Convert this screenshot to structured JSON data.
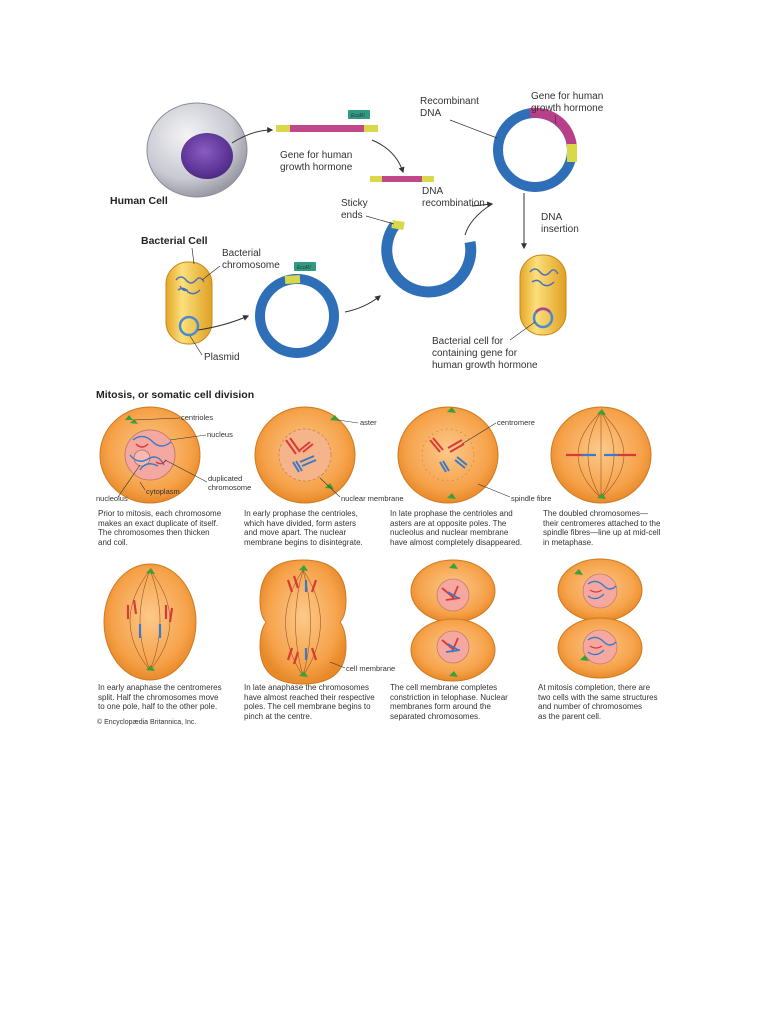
{
  "recombinant": {
    "human_cell": "Human Cell",
    "gene_for_human_growth_hormone": [
      "Gene for human",
      "growth hormone"
    ],
    "ecori": "EcoRI",
    "recombinant_dna": [
      "Recombinant",
      "DNA"
    ],
    "gene_for_human_growth_hormone_top": [
      "Gene for human",
      "growth hormone"
    ],
    "dna_recombination": [
      "DNA",
      "recombination"
    ],
    "sticky_ends": [
      "Sticky",
      "ends"
    ],
    "bacterial_cell": "Bacterial Cell",
    "bacterial_chromosome": [
      "Bacterial",
      "chromosome"
    ],
    "plasmid": "Plasmid",
    "dna_insertion": [
      "DNA",
      "insertion"
    ],
    "bacterial_cell_for": [
      "Bacterial cell for",
      "containing gene for",
      "human growth hormone"
    ]
  },
  "mitosis": {
    "title": "Mitosis, or somatic cell division",
    "labels": {
      "centrioles": "centrioles",
      "nucleus": "nucleus",
      "duplicated_chromosome": [
        "duplicated",
        "chromosome"
      ],
      "cytoplasm": "cytoplasm",
      "nucleolus": "nucleolus",
      "aster": "aster",
      "nuclear_membrane": "nuclear membrane",
      "centromere": "centromere",
      "spindle_fibre": "spindle fibre",
      "cell_membrane": "cell membrane"
    },
    "captions": [
      [
        "Prior to mitosis, each chromosome",
        "makes an exact duplicate of itself.",
        "The chromosomes then thicken",
        "and coil."
      ],
      [
        "In early prophase the centrioles,",
        "which have divided, form asters",
        "and move apart. The nuclear",
        "membrane begins to disintegrate."
      ],
      [
        "In late prophase the centrioles and",
        "asters are at opposite poles. The",
        "nucleolus and nuclear membrane",
        "have almost completely disappeared."
      ],
      [
        "The doubled chromosomes—",
        "their centromeres attached to the",
        "spindle fibres—line up at mid-cell",
        "in metaphase."
      ],
      [
        "In early anaphase the centromeres",
        "split. Half the chromosomes move",
        "to one pole, half to the other pole."
      ],
      [
        "In late anaphase the chromosomes",
        "have almost reached their respective",
        "poles. The cell membrane begins to",
        "pinch at the centre."
      ],
      [
        "The cell membrane completes",
        "constriction in telophase. Nuclear",
        "membranes form around the",
        "separated chromosomes."
      ],
      [
        "At mitosis completion, there are",
        "two cells with the same structures",
        "and number of chromosomes",
        "as the parent cell."
      ]
    ],
    "copyright": "© Encyclopædia Britannica, Inc."
  }
}
